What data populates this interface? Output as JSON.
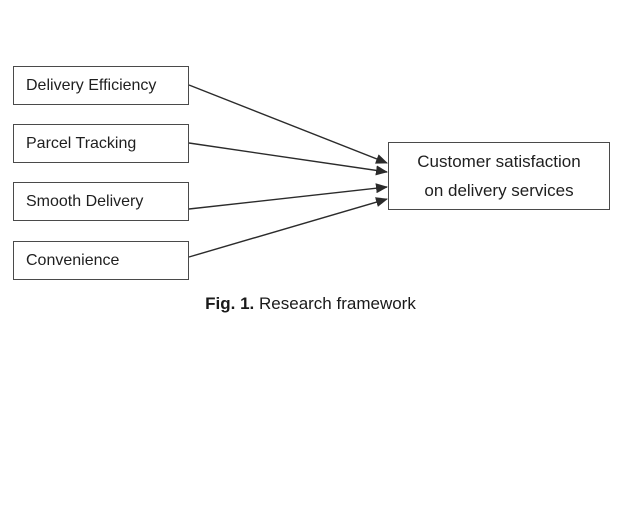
{
  "factors": [
    "Delivery Efficiency",
    "Parcel Tracking",
    "Smooth Delivery",
    "Convenience"
  ],
  "outcome": {
    "line1": "Customer satisfaction",
    "line2": "on delivery services"
  },
  "caption": {
    "label": "Fig. 1.",
    "text": " Research framework"
  },
  "colors": {
    "border": "#4a4a4a",
    "arrow": "#2b2b2b"
  }
}
